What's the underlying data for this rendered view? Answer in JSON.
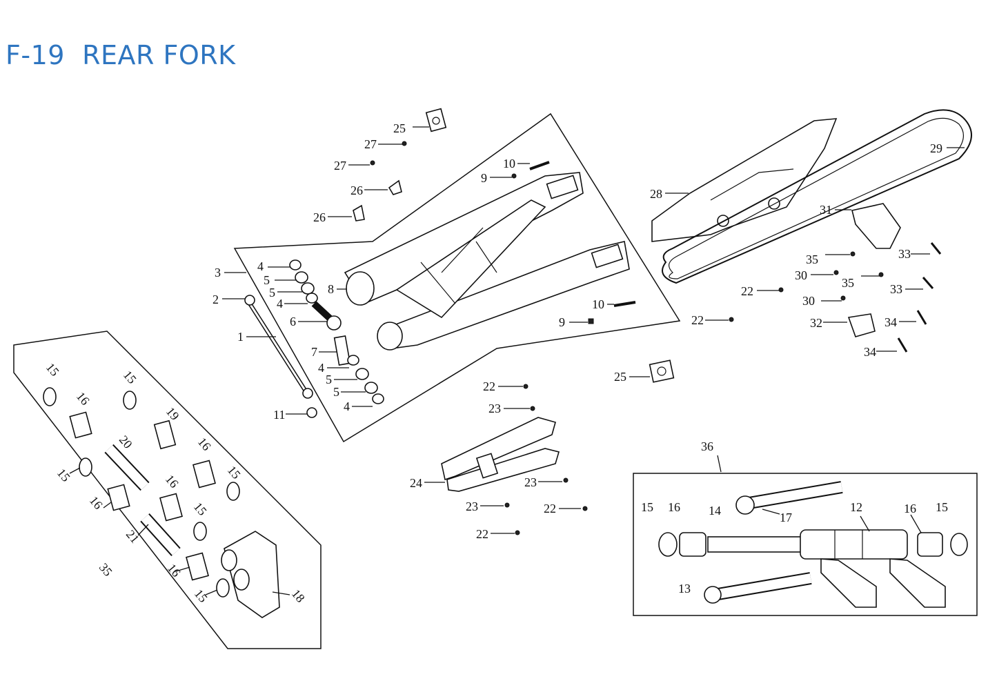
{
  "title": "F-19  REAR FORK",
  "callouts": {
    "c1": "1",
    "c2": "2",
    "c3": "3",
    "c4": "4",
    "c5": "5",
    "c6": "6",
    "c7": "7",
    "c8": "8",
    "c9": "9",
    "c10": "10",
    "c11": "11",
    "c12": "12",
    "c13": "13",
    "c14": "14",
    "c15": "15",
    "c16": "16",
    "c17": "17",
    "c18": "18",
    "c19": "19",
    "c20": "20",
    "c21": "21",
    "c22": "22",
    "c23": "23",
    "c24": "24",
    "c25": "25",
    "c26": "26",
    "c27": "27",
    "c28": "28",
    "c29": "29",
    "c30": "30",
    "c31": "31",
    "c32": "32",
    "c33": "33",
    "c34": "34",
    "c35": "35",
    "c36": "36"
  }
}
